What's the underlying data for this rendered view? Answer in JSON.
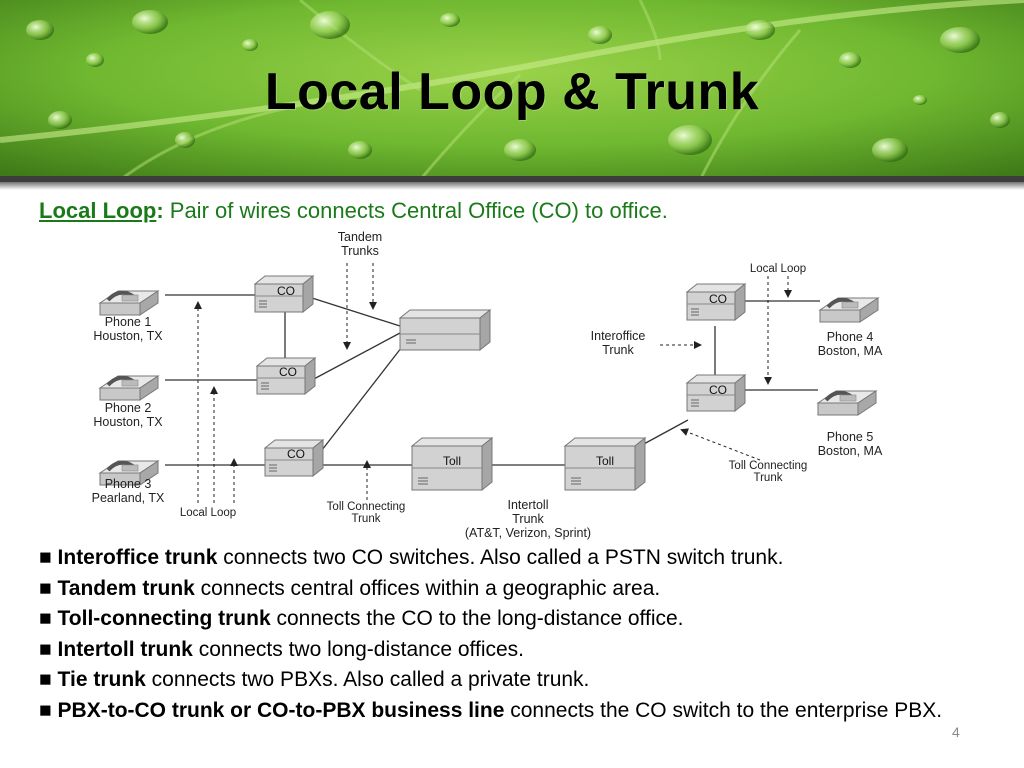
{
  "slide": {
    "title": "Local Loop  & Trunk",
    "page_number": "4"
  },
  "definition": {
    "term": "Local Loop",
    "colon": ":",
    "text": " Pair of wires connects Central Office (CO) to office."
  },
  "diagram": {
    "labels": {
      "tandem_trunks_1": "Tandem",
      "tandem_trunks_2": "Trunks",
      "local_loop_top": "Local Loop",
      "interoffice_1": "Interoffice",
      "interoffice_2": "Trunk",
      "phone1_1": "Phone 1",
      "phone1_2": "Houston, TX",
      "phone2_1": "Phone 2",
      "phone2_2": "Houston, TX",
      "phone3_1": "Phone 3",
      "phone3_2": "Pearland, TX",
      "phone4_1": "Phone 4",
      "phone4_2": "Boston, MA",
      "phone5_1": "Phone 5",
      "phone5_2": "Boston, MA",
      "local_loop_bottom": "Local Loop",
      "toll_connecting_left_1": "Toll Connecting",
      "toll_connecting_left_2": "Trunk",
      "intertoll_1": "Intertoll",
      "intertoll_2": "Trunk",
      "intertoll_3": "(AT&T, Verizon, Sprint)",
      "toll_connecting_right_1": "Toll Connecting",
      "toll_connecting_right_2": "Trunk",
      "co": "CO",
      "toll": "Toll"
    }
  },
  "bullets": [
    {
      "marker": "■ ",
      "bold": "Interoffice trunk",
      "text": " connects two CO switches. Also called a PSTN switch trunk."
    },
    {
      "marker": "■ ",
      "bold": "Tandem trunk",
      "text": " connects central offices within a geographic area."
    },
    {
      "marker": "■ ",
      "bold": "Toll-connecting trunk",
      "text": " connects the CO to the long-distance office."
    },
    {
      "marker": "■ ",
      "bold": "Intertoll trunk",
      "text": " connects two long-distance offices."
    },
    {
      "marker": "■ ",
      "bold": "Tie trunk",
      "text": " connects two PBXs. Also called a private trunk."
    },
    {
      "marker": "■ ",
      "bold": "PBX-to-CO trunk or CO-to-PBX business line",
      "text": " connects the CO switch to the enterprise PBX."
    }
  ],
  "colors": {
    "banner_green": "#6fb830",
    "banner_dark": "#3f7a18",
    "definition_green": "#1a7a1a"
  }
}
